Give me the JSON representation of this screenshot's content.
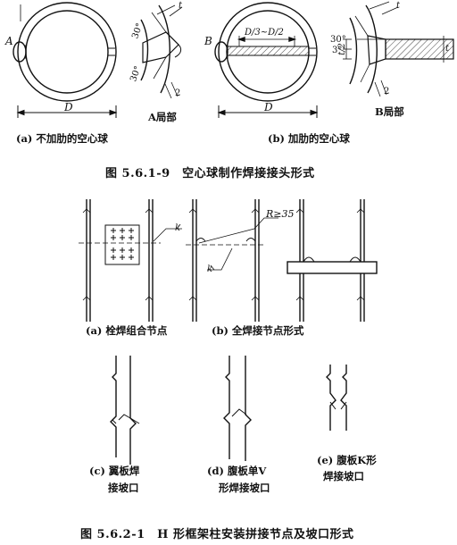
{
  "fig1": {
    "caption": "图 5.6.1-9　空心球制作焊接接头形式",
    "panel_a": {
      "title": "(a) 不加肋的空心球",
      "point_label": "A",
      "dim_label": "D",
      "detail_title": "A局部",
      "angle_top": "30°",
      "angle_bottom": "30°",
      "dim_t": "t",
      "dim_gap": "2"
    },
    "panel_b": {
      "title": "(b) 加肋的空心球",
      "point_label": "B",
      "dim_label": "D",
      "rib_label": "D/3~D/2",
      "detail_title": "B局部",
      "angle_top": "30°",
      "angle_side": "3°",
      "dim_t": "t",
      "dim_half_t": "t/2",
      "dim_gap": "2"
    }
  },
  "fig2": {
    "caption": "图 5.6.2-1　H 形框架柱安装拼接节点及坡口形式",
    "panel_a_title": "(a)  栓焊组合节点",
    "panel_b_title": "(b)  全焊接节点形式",
    "radius_label": "R≥35",
    "weld_k": "k",
    "panel_c_title": [
      "(c) 翼板焊",
      "接坡口"
    ],
    "panel_d_title": [
      "(d) 腹板单V",
      "形焊接坡口"
    ],
    "panel_e_title": [
      "(e) 腹板K形",
      "焊接坡口"
    ]
  }
}
